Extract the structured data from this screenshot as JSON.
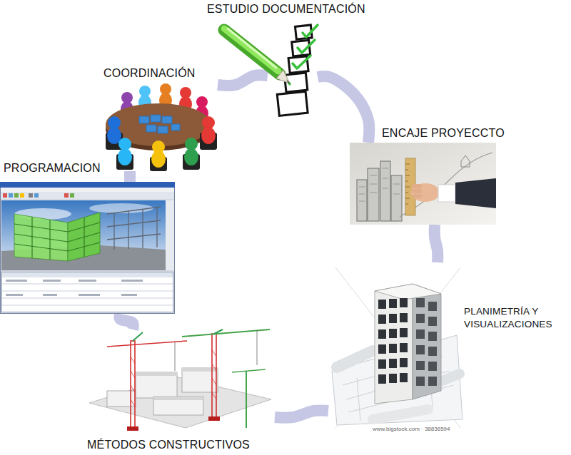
{
  "diagram": {
    "nodes": [
      {
        "text": [
          "ESTUDIO DOCUMENTACIÓN"
        ]
      },
      {
        "text": [
          "COORDINACIÓN"
        ]
      },
      {
        "text": [
          "ENCAJE PROYECCTO"
        ]
      },
      {
        "text": [
          "PROGRAMACION"
        ]
      },
      {
        "text": [
          "PLANIMETRÍA Y VISUALIZACIONES"
        ]
      },
      {
        "text": [
          "MÉTODOS CONSTRUCTIVOS"
        ]
      }
    ],
    "edges": [
      {
        "from": 0,
        "to": 2,
        "arrow": "none"
      },
      {
        "from": 2,
        "to": 4,
        "arrow": "none"
      },
      {
        "from": 4,
        "to": 5,
        "arrow": "none"
      },
      {
        "from": 5,
        "to": 3,
        "arrow": "none"
      },
      {
        "from": 3,
        "to": 1,
        "arrow": "none"
      },
      {
        "from": 1,
        "to": 0,
        "arrow": "none"
      }
    ],
    "labels": [
      "www.bigstock.com · 38836594"
    ]
  }
}
